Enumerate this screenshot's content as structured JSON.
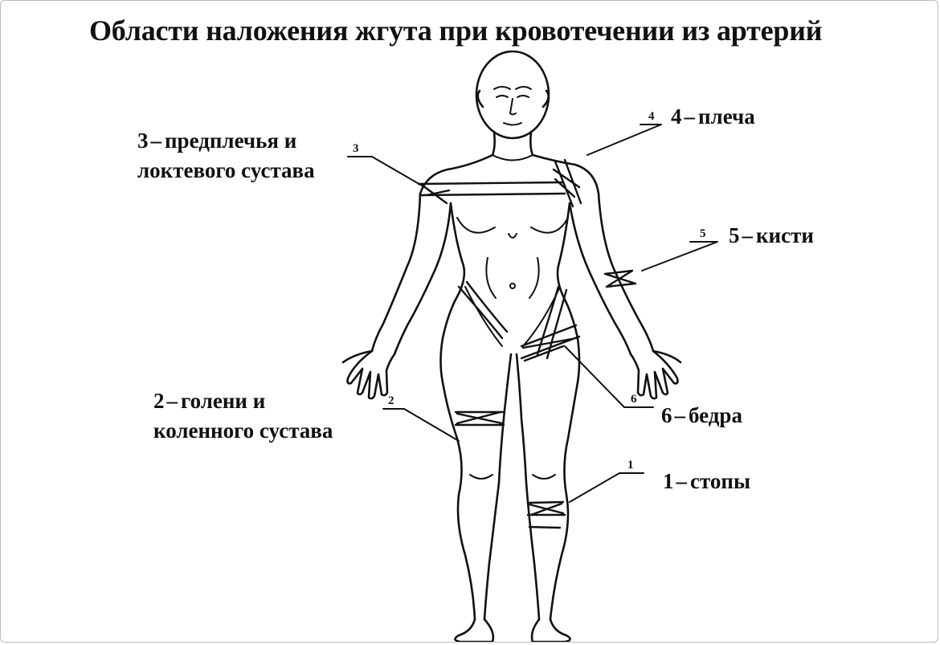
{
  "title": "Области наложения жгута при кровотечении из артерий",
  "regions": [
    {
      "number": "1",
      "text": "стопы"
    },
    {
      "number": "2",
      "text": "голени и",
      "text2": "коленного сустава"
    },
    {
      "number": "3",
      "text": "предплечья и",
      "text2": "локтевого сустава"
    },
    {
      "number": "4",
      "text": "плеча"
    },
    {
      "number": "5",
      "text": "кисти"
    },
    {
      "number": "6",
      "text": "бедра"
    }
  ],
  "colors": {
    "ink": "#111111",
    "background": "#ffffff",
    "frame": "#bdbdbd"
  }
}
